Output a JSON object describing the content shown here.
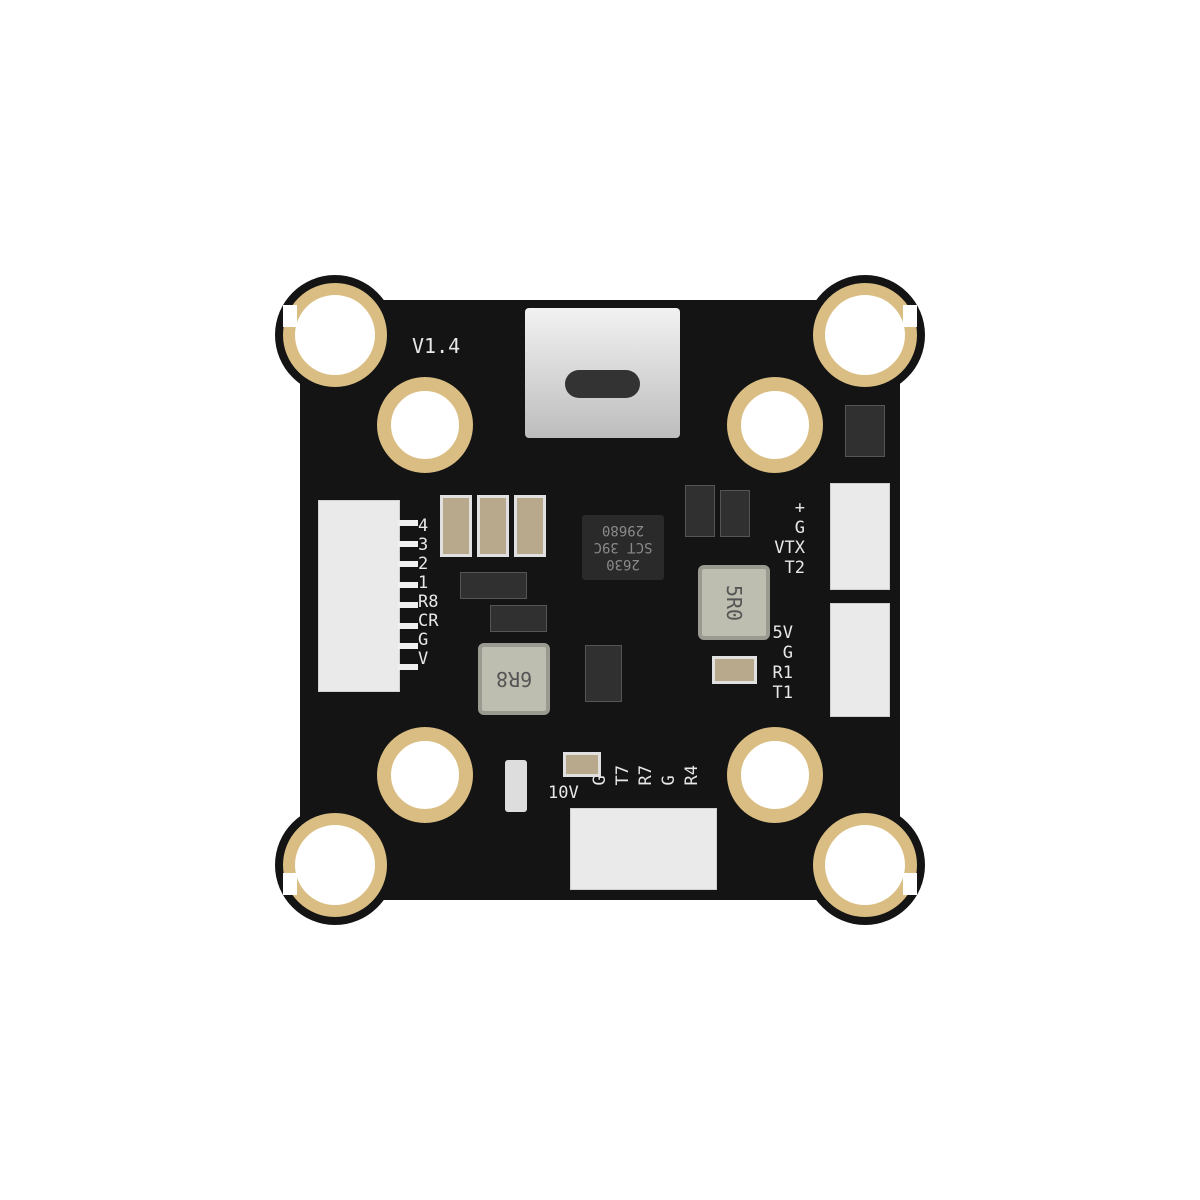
{
  "board": {
    "version": "V1.4",
    "colors": {
      "pcb": "#141414",
      "gold": "#d9bd82",
      "connector": "#eaeaea"
    },
    "left_pads": [
      "4",
      "3",
      "2",
      "1",
      "R8",
      "CR",
      "G",
      "V"
    ],
    "right_top_pads": [
      "+",
      "G",
      "VTX",
      "T2"
    ],
    "right_bottom_pads": [
      "5V",
      "G",
      "R1",
      "T1"
    ],
    "bottom_pads": [
      "G",
      "T7",
      "R7",
      "G",
      "R4"
    ],
    "bottom_cap_label": "10V",
    "chip_text": [
      "29680",
      "SCT 39C",
      "2630"
    ],
    "inductor_left": "6R8",
    "inductor_right": "5R0"
  }
}
